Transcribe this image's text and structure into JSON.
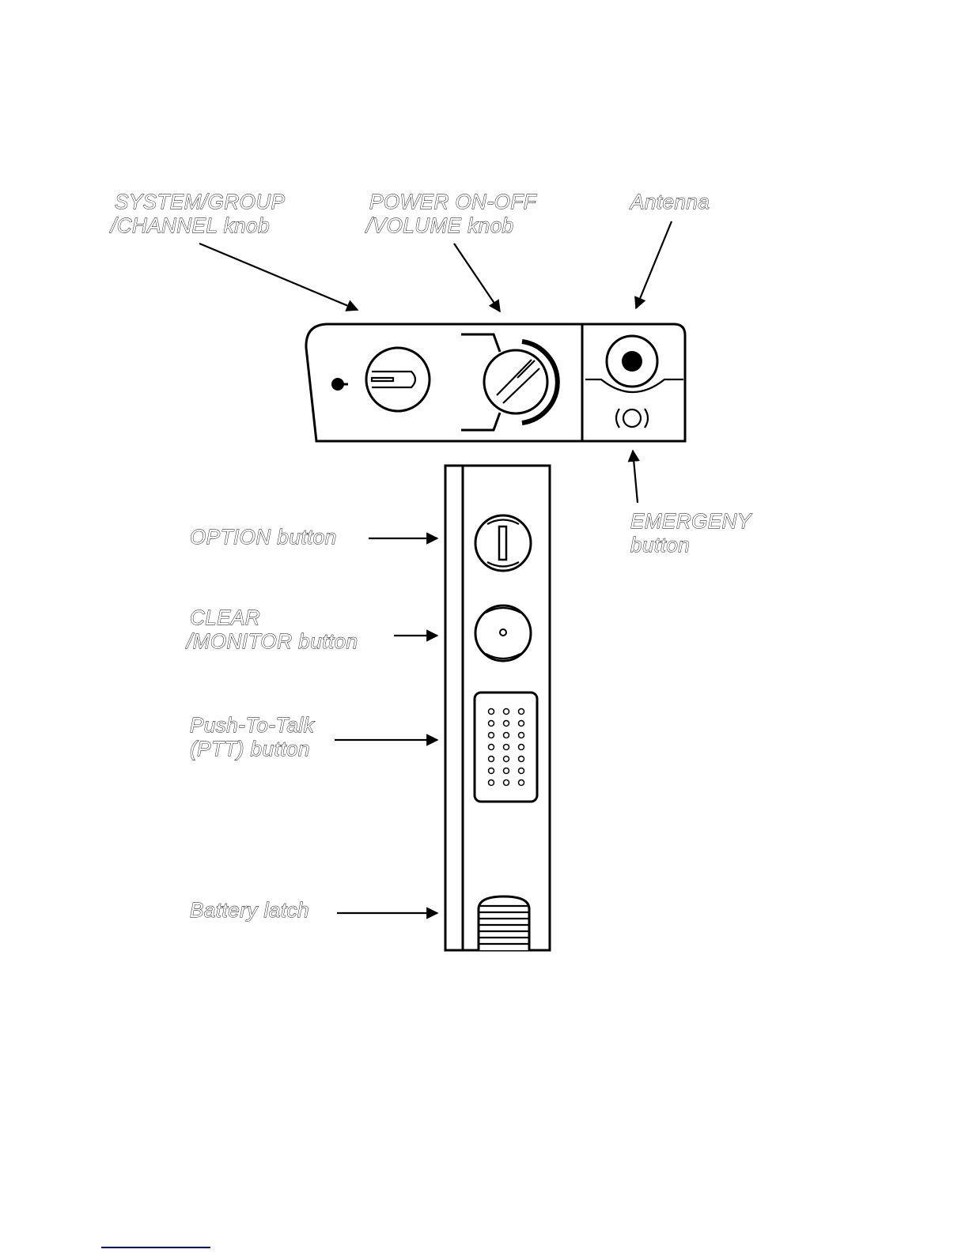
{
  "labels": {
    "system_group_channel_knob": [
      "SYSTEM/GROUP",
      "/CHANNEL  knob"
    ],
    "power_volume_knob": [
      "POWER  ON-OFF",
      "/VOLUME  knob"
    ],
    "antenna": "Antenna",
    "emergency_button": [
      "EMERGENY",
      "button"
    ],
    "option_button": "OPTION  button",
    "clear_monitor_button": [
      "CLEAR",
      "/MONITOR  button"
    ],
    "ptt_button": [
      "Push-To-Talk",
      "(PTT)  button"
    ],
    "battery_latch": "Battery  latch"
  },
  "colors": {
    "line": "#000000",
    "label_fill": "#ffffff",
    "footer_rule": "#0000ee"
  }
}
